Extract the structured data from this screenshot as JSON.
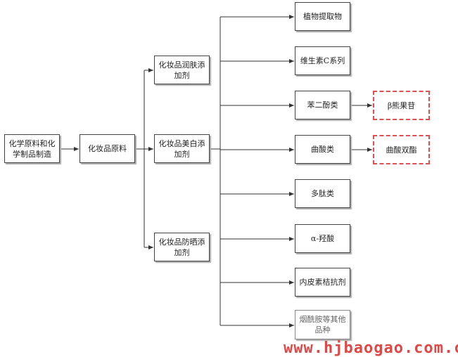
{
  "root": "化学原料和化学制品制造",
  "level1": "化妆品原料",
  "level2": [
    "化妆品润肤添加剂",
    "化妆品美白添加剂",
    "化妆品防晒添加剂"
  ],
  "level3": [
    "植物提取物",
    "维生素C系列",
    "苯二酚类",
    "曲酸类",
    "多肽类",
    "α-羟酸",
    "内皮素桔抗剂",
    "烟酰胺等其他品种"
  ],
  "level4": [
    "β熊果苷",
    "曲酸双酯"
  ],
  "watermark": "www.hjbaogao.com.cn",
  "colors": {
    "highlight_border": "#e05050",
    "watermark": "#e04848"
  }
}
